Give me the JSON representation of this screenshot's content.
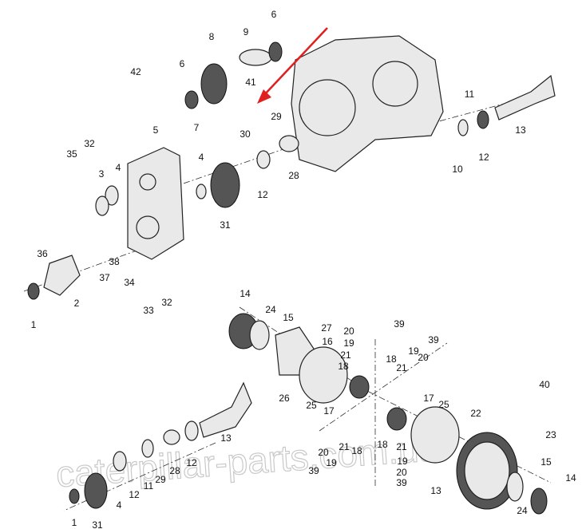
{
  "diagram": {
    "title": "Transfer gearbox and differential exploded parts diagram",
    "callouts": [
      "6",
      "8",
      "9",
      "42",
      "6",
      "41",
      "7",
      "30",
      "29",
      "5",
      "35",
      "32",
      "4",
      "3",
      "4",
      "12",
      "28",
      "31",
      "11",
      "13",
      "10",
      "12",
      "36",
      "38",
      "37",
      "34",
      "33",
      "32",
      "2",
      "1",
      "14",
      "24",
      "15",
      "27",
      "20",
      "39",
      "16",
      "19",
      "21",
      "18",
      "18",
      "19",
      "39",
      "20",
      "21",
      "40",
      "17",
      "25",
      "22",
      "26",
      "25",
      "17",
      "13",
      "21",
      "18",
      "18",
      "20",
      "19",
      "39",
      "21",
      "19",
      "20",
      "39",
      "23",
      "12",
      "28",
      "29",
      "11",
      "12",
      "4",
      "1",
      "31",
      "13",
      "15",
      "14",
      "24"
    ],
    "watermark": "caterpillar-parts.com.ua",
    "arrow_color": "#e02020"
  }
}
